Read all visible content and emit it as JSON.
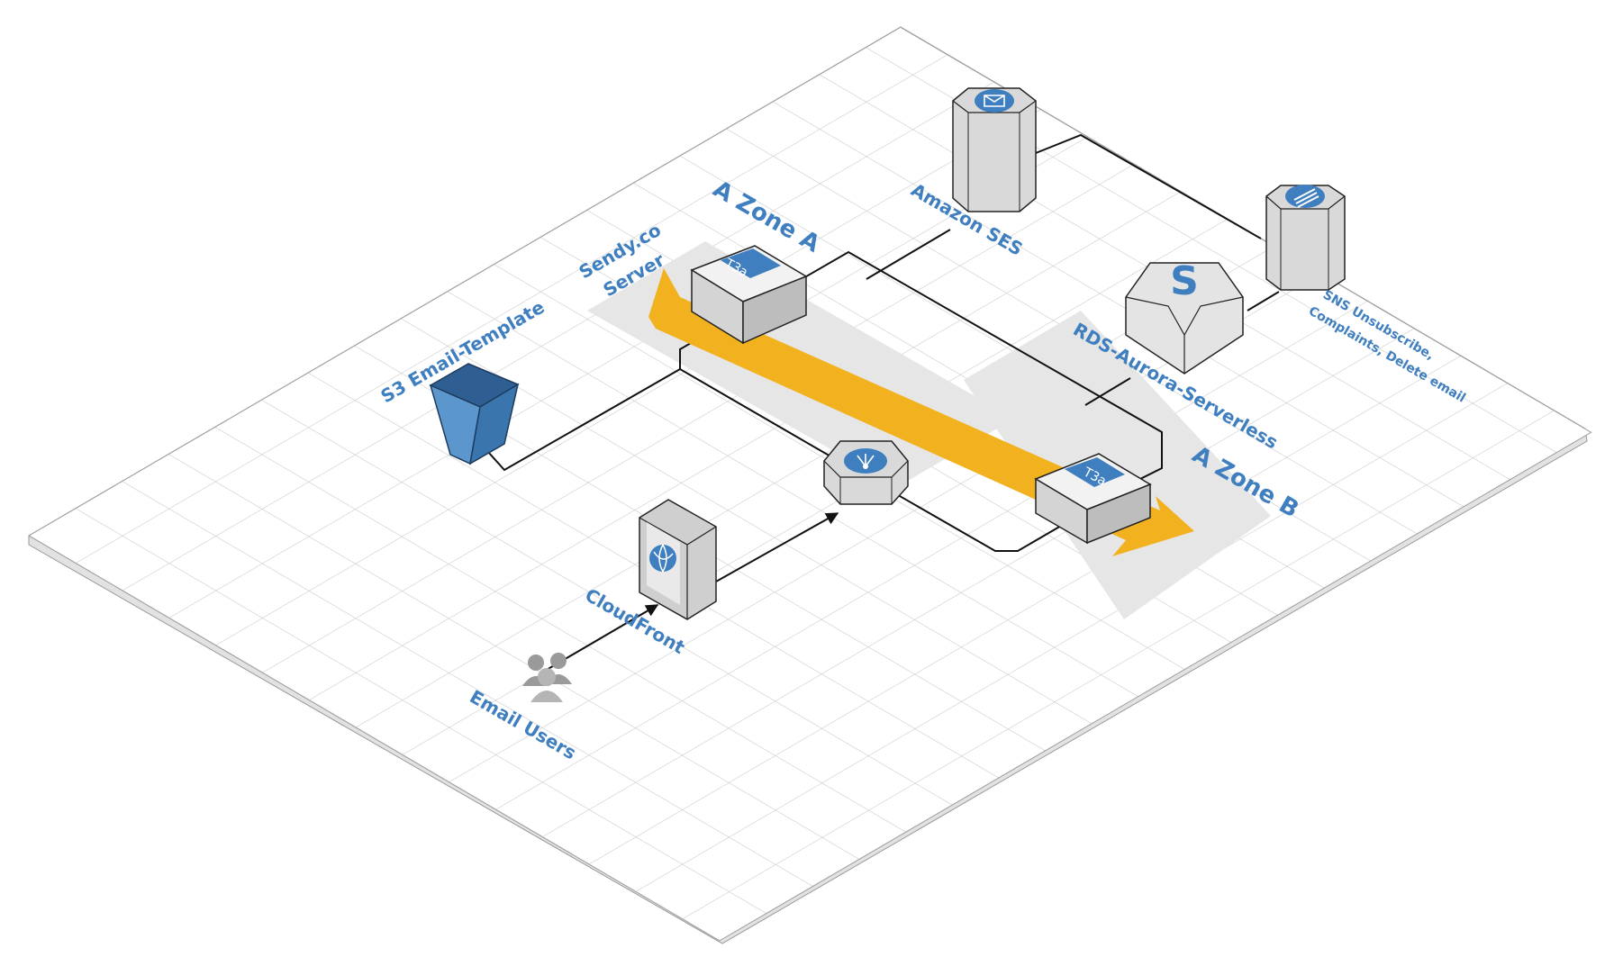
{
  "labels": {
    "zone_a": "A Zone A",
    "zone_b": "A Zone B",
    "amazon_ses": "Amazon SES",
    "sendy_line1": "Sendy.co",
    "sendy_line2": "Server",
    "s3_template": "S3 Email-Template",
    "rds_aurora": "RDS-Aurora-Serverless",
    "sns_line1": "SNS Unsubscribe,",
    "sns_line2": "Complaints, Delete email",
    "cloudfront": "CloudFront",
    "email_users": "Email Users"
  },
  "instances": {
    "zone_a_type": "T3a",
    "zone_b_type": "T3a"
  },
  "colors": {
    "accent_blue": "#3f7fbf",
    "arrow_orange": "#f2b21f",
    "zone_gray": "#e6e6e6",
    "bucket_blue": "#3a76ad"
  },
  "icons": [
    "envelope-icon",
    "sns-icon",
    "aurora-s-icon",
    "load-balancer-icon",
    "globe-icon",
    "users-icon",
    "s3-bucket-icon",
    "ec2-instance-icon"
  ]
}
